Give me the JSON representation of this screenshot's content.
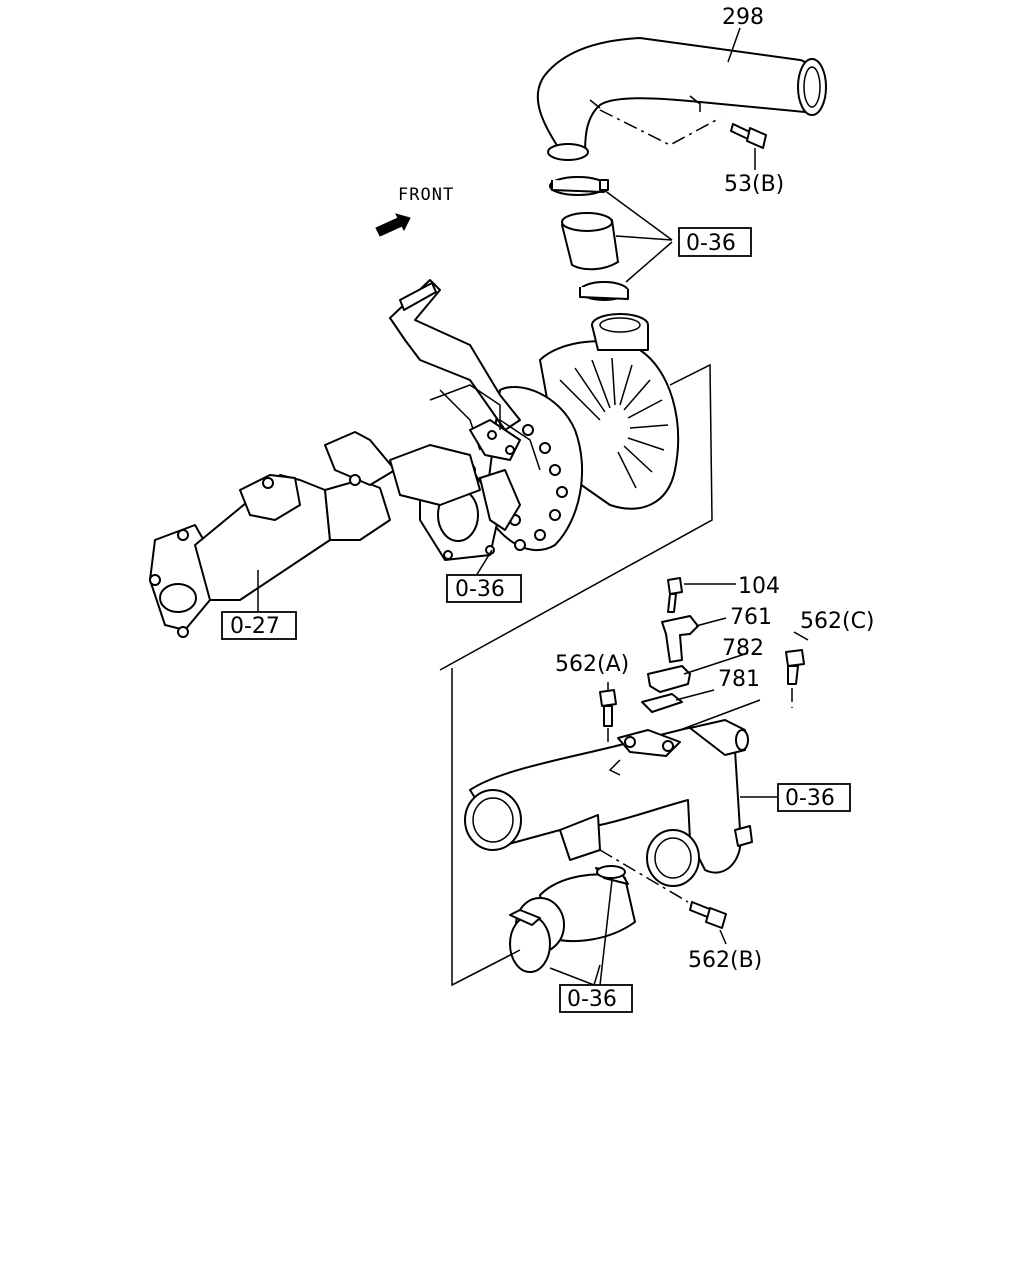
{
  "orientation": {
    "text": "FRONT",
    "icon": "arrow-icon"
  },
  "callouts": {
    "p298": "298",
    "p53b": "53(B)",
    "p104": "104",
    "p761": "761",
    "p782": "782",
    "p781": "781",
    "p562a": "562(A)",
    "p562b": "562(B)",
    "p562c": "562(C)"
  },
  "references": {
    "r1": "0-36",
    "r2": "0-36",
    "r3": "0-27",
    "r4": "0-36",
    "r5": "0-36"
  }
}
